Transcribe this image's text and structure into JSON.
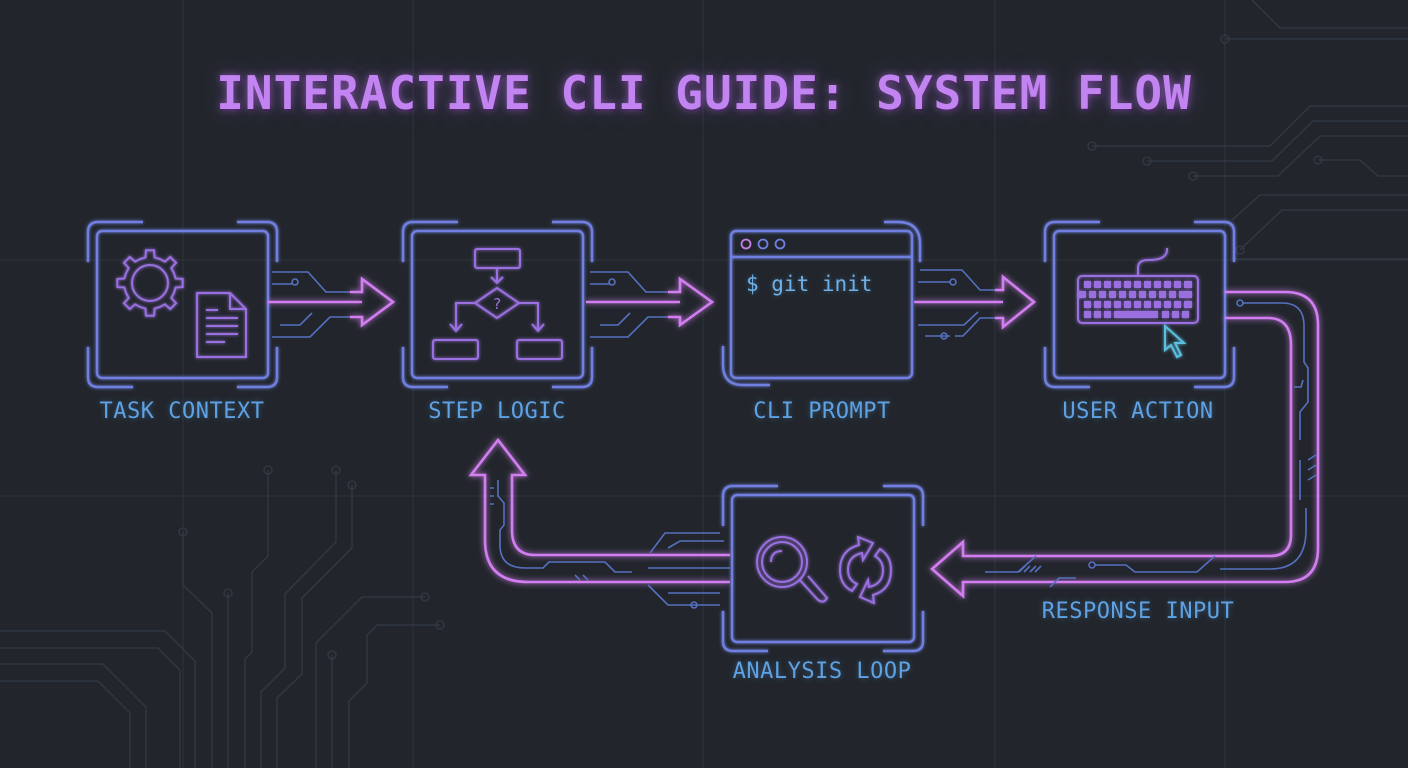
{
  "title": "INTERACTIVE CLI GUIDE: SYSTEM FLOW",
  "colors": {
    "background": "#22262c",
    "title": "#c284f0",
    "label": "#5fa2e4",
    "frame": "#6f7fe0",
    "icon": "#9a6fe0",
    "arrow": "#d27ef0",
    "trace": "#5c78c8",
    "grid": "#2f353d",
    "command": "#6fb0e8",
    "cursor": "#5cc0e0"
  },
  "nodes": [
    {
      "id": "task-context",
      "label": "TASK CONTEXT",
      "icons": [
        "gear-icon",
        "document-icon"
      ]
    },
    {
      "id": "step-logic",
      "label": "STEP LOGIC",
      "icons": [
        "flowchart-icon"
      ]
    },
    {
      "id": "cli-prompt",
      "label": "CLI PROMPT",
      "icons": [
        "terminal-window-icon"
      ],
      "command": "$ git init"
    },
    {
      "id": "user-action",
      "label": "USER ACTION",
      "icons": [
        "keyboard-icon",
        "mouse-cursor-icon"
      ]
    },
    {
      "id": "analysis-loop",
      "label": "ANALYSIS LOOP",
      "icons": [
        "magnifier-icon",
        "refresh-icon"
      ]
    }
  ],
  "edges": [
    {
      "from": "task-context",
      "to": "step-logic"
    },
    {
      "from": "step-logic",
      "to": "cli-prompt"
    },
    {
      "from": "cli-prompt",
      "to": "user-action"
    },
    {
      "from": "user-action",
      "to": "analysis-loop",
      "label": "RESPONSE INPUT"
    },
    {
      "from": "analysis-loop",
      "to": "step-logic"
    }
  ],
  "flowchart_symbol": "?"
}
